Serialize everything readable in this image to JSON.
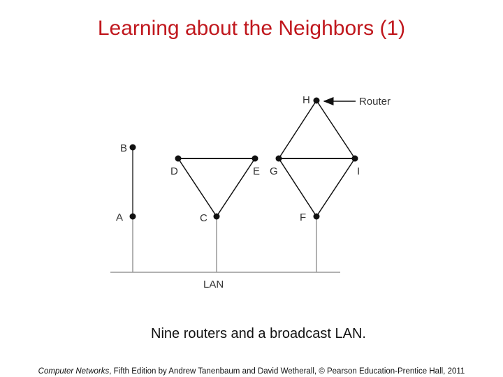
{
  "slide": {
    "title": "Learning about the Neighbors (1)",
    "caption": "Nine routers and a broadcast LAN.",
    "footer_italic": "Computer Networks",
    "footer_rest": ", Fifth Edition by Andrew Tanenbaum and David Wetherall, © Pearson Education-Prentice Hall, 2011"
  },
  "diagram": {
    "nodes": [
      "A",
      "B",
      "C",
      "D",
      "E",
      "F",
      "G",
      "H",
      "I"
    ],
    "links": [
      [
        "A",
        "B"
      ],
      [
        "D",
        "E"
      ],
      [
        "D",
        "C"
      ],
      [
        "E",
        "C"
      ],
      [
        "G",
        "I"
      ],
      [
        "H",
        "G"
      ],
      [
        "H",
        "I"
      ],
      [
        "G",
        "F"
      ],
      [
        "I",
        "F"
      ]
    ],
    "lan_label": "LAN",
    "lan_members": [
      "A",
      "C",
      "F"
    ],
    "annotation": "Router"
  }
}
